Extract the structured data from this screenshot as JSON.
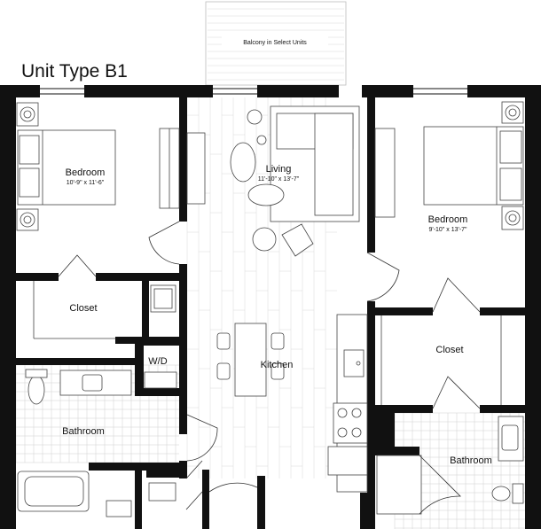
{
  "title": "Unit Type B1",
  "balcony_label": "Balcony in Select Units",
  "rooms": {
    "bedroom1": {
      "name": "Bedroom",
      "dims": "10'-9\" x 11'-6\""
    },
    "living": {
      "name": "Living",
      "dims": "11'-10\" x 13'-7\""
    },
    "bedroom2": {
      "name": "Bedroom",
      "dims": "9'-10\" x 13'-7\""
    },
    "closet1": {
      "name": "Closet"
    },
    "closet2": {
      "name": "Closet"
    },
    "wd": {
      "name": "W/D"
    },
    "kitchen": {
      "name": "Kitchen"
    },
    "bathroom1": {
      "name": "Bathroom"
    },
    "bathroom2": {
      "name": "Bathroom"
    }
  },
  "colors": {
    "wall": "#111111",
    "background": "#ffffff",
    "fixture_line": "#444444",
    "floor_line": "#d8d8d8"
  }
}
